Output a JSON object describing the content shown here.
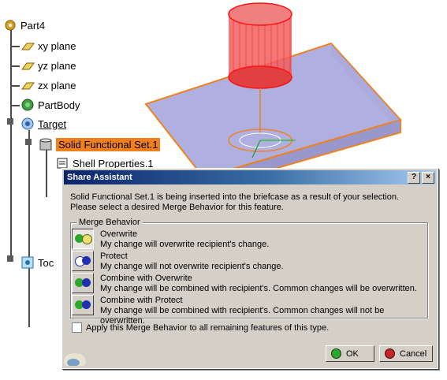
{
  "tree": {
    "items": [
      {
        "label": "Part4",
        "icon": "part-gear-icon"
      },
      {
        "label": "xy plane",
        "icon": "plane-icon"
      },
      {
        "label": "yz plane",
        "icon": "plane-icon"
      },
      {
        "label": "zx plane",
        "icon": "plane-icon"
      },
      {
        "label": "PartBody",
        "icon": "body-gear-icon"
      },
      {
        "label": "Target",
        "icon": "target-icon"
      },
      {
        "label": "Solid Functional Set.1",
        "icon": "solid-set-icon"
      },
      {
        "label": "Shell Properties.1",
        "icon": "shell-icon"
      },
      {
        "label": "Toc",
        "icon": "tool-icon"
      }
    ]
  },
  "dialog": {
    "title": "Share Assistant",
    "help_label": "?",
    "close_label": "×",
    "message_line1": "Solid Functional Set.1 is being inserted into the briefcase as a result of your selection.",
    "message_line2": "Please select a desired Merge Behavior for this feature.",
    "group_label": "Merge Behavior",
    "options": [
      {
        "title": "Overwrite",
        "desc": "My change will overwrite recipient's change."
      },
      {
        "title": "Protect",
        "desc": "My change will not overwrite recipient's change."
      },
      {
        "title": "Combine with Overwrite",
        "desc": "My change will be combined with recipient's.  Common changes will be overwritten."
      },
      {
        "title": "Combine with Protect",
        "desc": "My change will be combined with recipient's.  Common changes will not be overwritten."
      }
    ],
    "apply_all_label": "Apply this Merge Behavior to all remaining features of this type.",
    "ok_label": "OK",
    "cancel_label": "Cancel"
  },
  "colors": {
    "selection": "#f07f1e",
    "green": "#2da82d",
    "blue": "#2030b0",
    "cancel_red": "#c0262b"
  }
}
